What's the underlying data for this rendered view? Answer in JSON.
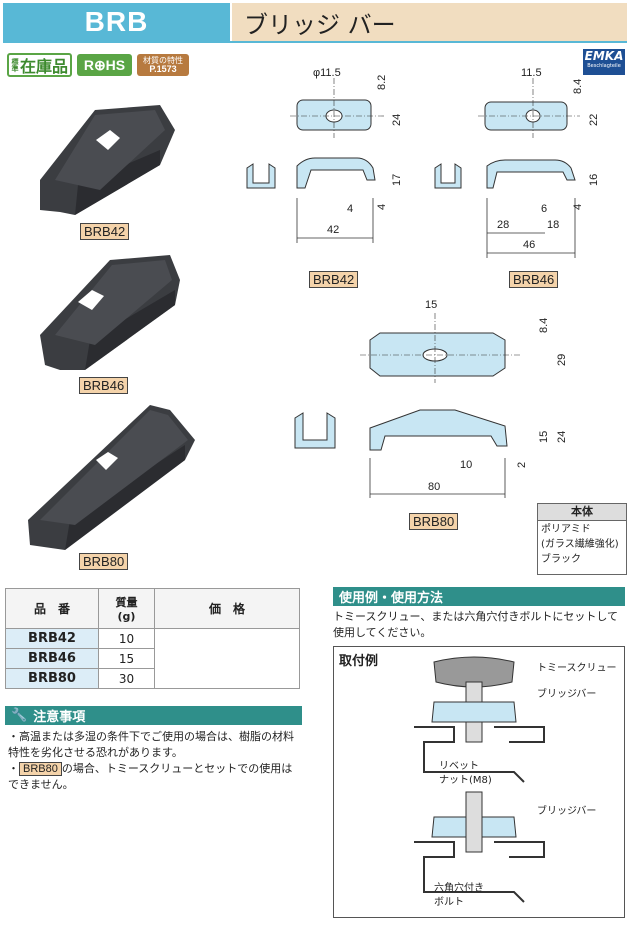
{
  "header": {
    "code": "BRB",
    "title": "ブリッジ バー"
  },
  "badges": {
    "standard_prefix": "標準",
    "standard": "在庫品",
    "rohs": "R⊕HS",
    "material_line1": "材質の特性",
    "material_line2": "P.1573",
    "brand": "EMKA",
    "brand_sub": "Beschlagteile"
  },
  "products": [
    {
      "label": "BRB42"
    },
    {
      "label": "BRB46"
    },
    {
      "label": "BRB80"
    }
  ],
  "drawings": {
    "brb42": {
      "label": "BRB42",
      "dims": [
        "φ11.5",
        "8.2",
        "24",
        "17",
        "4",
        "4",
        "42"
      ]
    },
    "brb46": {
      "label": "BRB46",
      "dims": [
        "11.5",
        "8.4",
        "22",
        "16",
        "6",
        "4",
        "28",
        "18",
        "46"
      ]
    },
    "brb80": {
      "label": "BRB80",
      "dims": [
        "15",
        "8.4",
        "29",
        "24",
        "15",
        "2",
        "10",
        "80"
      ]
    }
  },
  "material": {
    "header": "本体",
    "line1": "ポリアミド",
    "line2": "(ガラス繊維強化)",
    "line3": "ブラック"
  },
  "spec_table": {
    "headers": [
      "品　番",
      "質量\n(g)",
      "価　格"
    ],
    "rows": [
      {
        "code": "BRB42",
        "weight": "10"
      },
      {
        "code": "BRB46",
        "weight": "15"
      },
      {
        "code": "BRB80",
        "weight": "30"
      }
    ]
  },
  "caution": {
    "title": "注意事項",
    "items": [
      "高温または多湿の条件下でご使用の場合は、樹脂の材料特性を劣化させる恐れがあります。",
      "の場合、トミースクリューとセットでの使用はできません。"
    ],
    "item2_label": "BRB80"
  },
  "usage": {
    "title": "使用例・使用方法",
    "text": "トミースクリュー、または六角穴付きボルトにセットして使用してください。",
    "box_title": "取付例",
    "labels": [
      "トミースクリュー",
      "ブリッジバー",
      "リベット",
      "ナット(M8)",
      "ブリッジバー",
      "六角穴付き",
      "ボルト"
    ]
  }
}
